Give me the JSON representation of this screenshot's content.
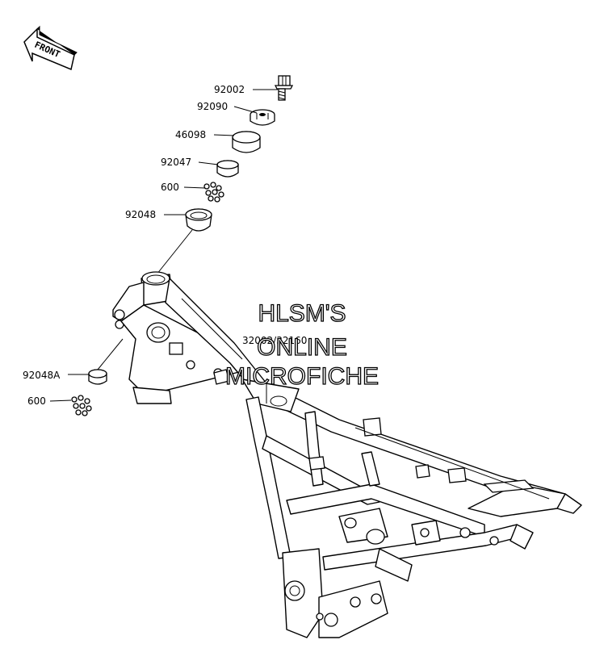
{
  "front_arrow": {
    "label": "FRONT"
  },
  "parts": [
    {
      "number": "92002"
    },
    {
      "number": "92090"
    },
    {
      "number": "46098"
    },
    {
      "number": "92047"
    },
    {
      "number": "600"
    },
    {
      "number": "92048"
    },
    {
      "number": "92048A"
    },
    {
      "number": "600"
    }
  ],
  "frame": {
    "part_numbers": "32002/32160"
  },
  "watermark": {
    "lines": [
      "HLSM'S",
      "ONLINE",
      "MICROFICHE"
    ]
  }
}
